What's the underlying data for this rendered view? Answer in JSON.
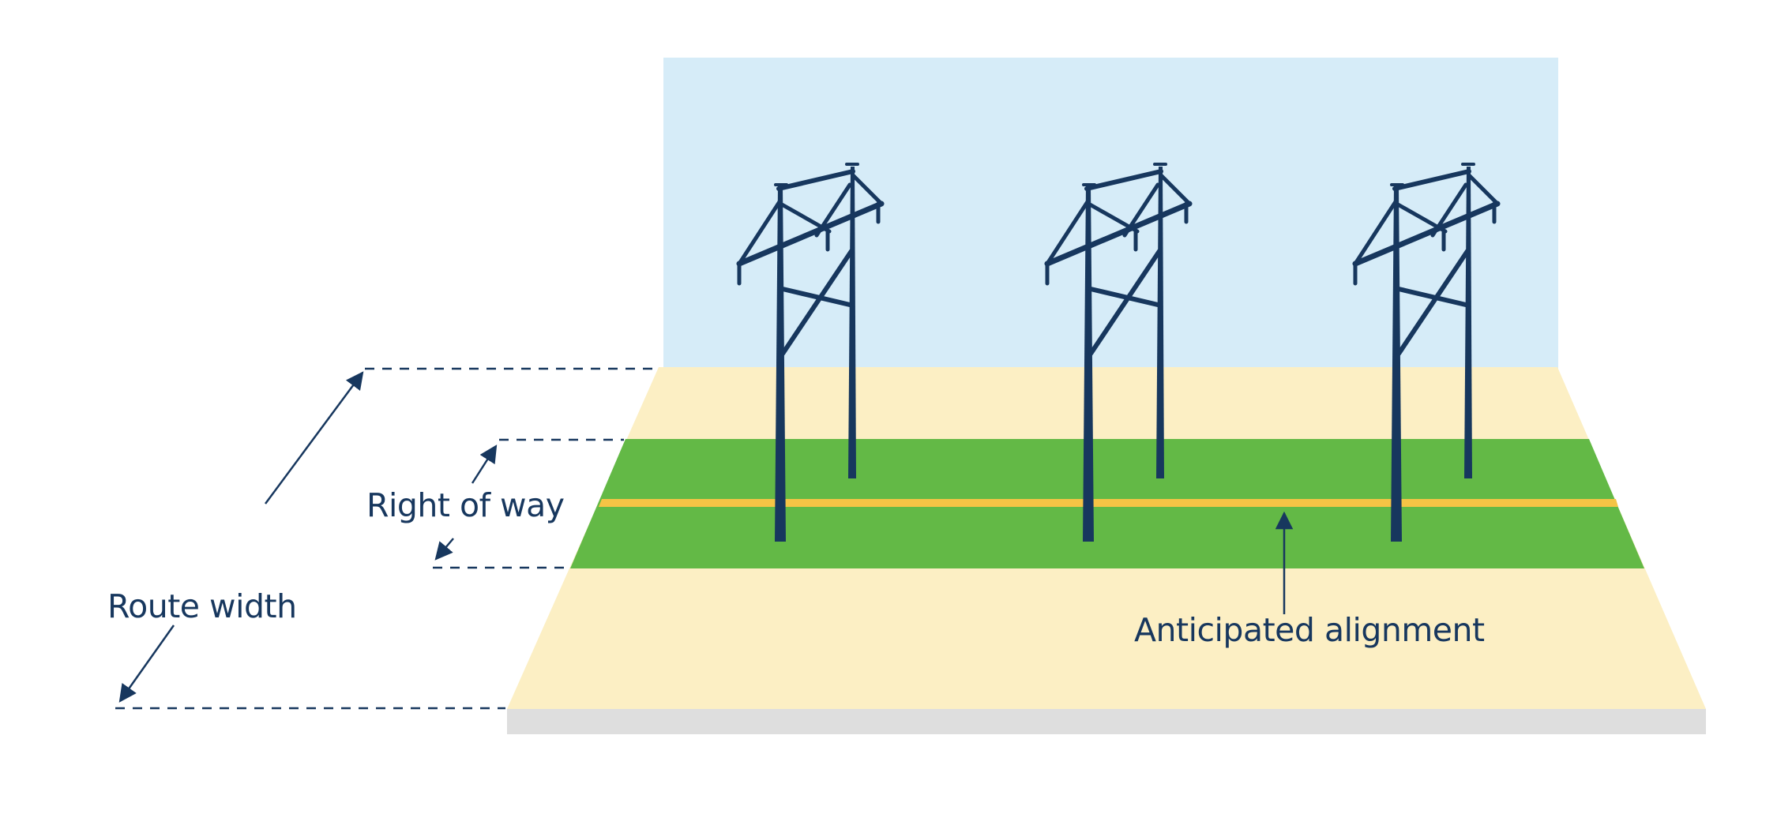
{
  "labels": {
    "route_width": "Route width",
    "right_of_way": "Right of way",
    "anticipated_alignment": "Anticipated alignment"
  },
  "colors": {
    "sky": "#d6ecf8",
    "route_band": "#fcefc4",
    "right_of_way": "#63b946",
    "alignment_line": "#f5c445",
    "base_edge": "#dedede",
    "towers": "#17375e",
    "annotation": "#17375e"
  },
  "towers": [
    {
      "name": "transmission-tower-1",
      "icon": "transmission-tower-icon"
    },
    {
      "name": "transmission-tower-2",
      "icon": "transmission-tower-icon"
    },
    {
      "name": "transmission-tower-3",
      "icon": "transmission-tower-icon"
    }
  ]
}
